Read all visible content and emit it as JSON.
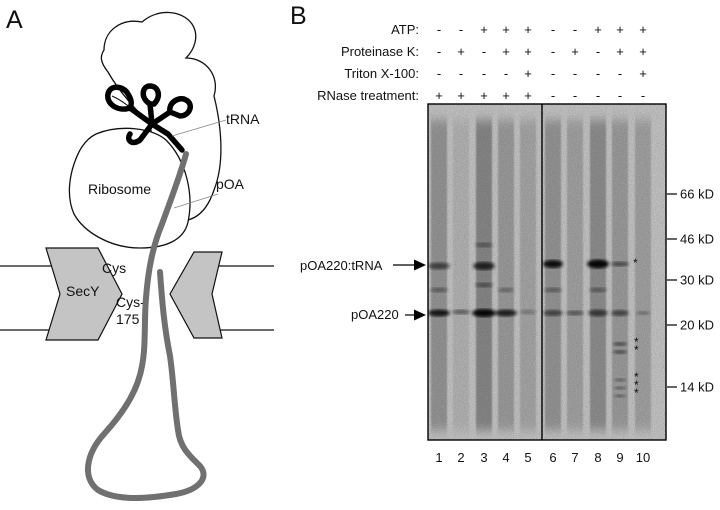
{
  "panels": {
    "a": {
      "letter": "A",
      "labels": {
        "trna": "tRNA",
        "ribosome": "Ribosome",
        "poa": "pOA",
        "cys": "Cys",
        "secy": "SecY",
        "cys175_line1": "Cys-",
        "cys175_line2": "175"
      }
    },
    "b": {
      "letter": "B",
      "conditions": [
        {
          "label": "ATP:",
          "values": [
            "-",
            "-",
            "+",
            "+",
            "+",
            "-",
            "-",
            "+",
            "+",
            "+"
          ]
        },
        {
          "label": "Proteinase K:",
          "values": [
            "-",
            "+",
            "-",
            "+",
            "+",
            "-",
            "+",
            "-",
            "+",
            "+"
          ]
        },
        {
          "label": "Triton X-100:",
          "values": [
            "-",
            "-",
            "-",
            "-",
            "+",
            "-",
            "-",
            "-",
            "-",
            "+"
          ]
        },
        {
          "label": "RNase treatment:",
          "values": [
            "+",
            "+",
            "+",
            "+",
            "+",
            "-",
            "-",
            "-",
            "-",
            "-"
          ]
        }
      ],
      "lane_numbers": [
        "1",
        "2",
        "3",
        "4",
        "5",
        "6",
        "7",
        "8",
        "9",
        "10"
      ],
      "band_labels": {
        "complex": "pOA220:tRNA",
        "precursor": "pOA220"
      },
      "markers": [
        "66 kD",
        "46 kD",
        "30 kD",
        "20 kD",
        "14 kD"
      ],
      "asterisks": [
        "*",
        "**",
        "***"
      ]
    }
  }
}
